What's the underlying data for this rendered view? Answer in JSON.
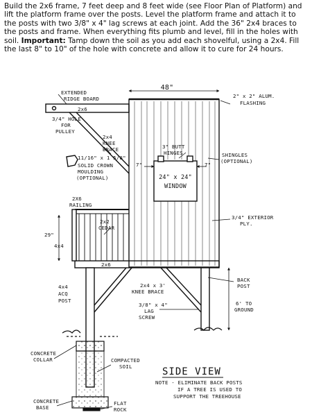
{
  "instructions": {
    "body": "Build the 2x6 frame, 7 feet deep and 8 feet wide (see Floor Plan of Platform) and lift the platform frame over the posts. Level the platform frame and attach it to the posts with two 3/8\" x 4\" lag screws at each joint. Add the 36\" 2x4 braces to the posts and frame. When everything fits plumb and level, fill in the holes with soil.",
    "important_label": "Important:",
    "important_text": "Tamp down the soil as you add each shovelful, using a 2x4. Fill the last 8\" to 10\" of the hole with concrete and allow it to cure for 24 hours."
  },
  "labels": {
    "width": "48\"",
    "flashing_1": "2\" x 2\" ALUM.",
    "flashing_2": "FLASHING",
    "ridge_1": "EXTENDED",
    "ridge_2": "RIDGE BOARD",
    "ridge_2x6": "2x6",
    "pulley_1": "3/4\" HOLE",
    "pulley_2": "FOR",
    "pulley_3": "PULLEY",
    "knee_1": "2x4",
    "knee_2": "KNEE",
    "knee_3": "BRACE",
    "butt_1": "3\" BUTT",
    "butt_2": "HINGES",
    "shingles_1": "SHINGLES",
    "shingles_2": "(OPTIONAL)",
    "seven_left": "7\"",
    "seven_right": "7\"",
    "window_1": "24\" x 24\"",
    "window_2": "WINDOW",
    "crown_1": "11/16\" x 1 5/8\"",
    "crown_2": "SOLID CROWN",
    "crown_3": "MOULDING",
    "crown_4": "(OPTIONAL)",
    "railing_1": "2X6",
    "railing_2": "RAILING",
    "cedar_1": "2x2",
    "cedar_2": "CEDAR",
    "height_29": "29\"",
    "post_4x4": "4x4",
    "floor_2x6": "2x6",
    "ext_ply_1": "3/4\" EXTERIOR",
    "ext_ply_2": "PLY.",
    "back_post_1": "BACK",
    "back_post_2": "POST",
    "knee_brace_1": "2x4 x 3'",
    "knee_brace_2": "KNEE BRACE",
    "lag_1": "3/8\" x 4\"",
    "lag_2": "LAG",
    "lag_3": "SCREW",
    "ground_1": "6' TO",
    "ground_2": "GROUND",
    "acq_1": "4x4",
    "acq_2": "ACQ",
    "acq_3": "POST",
    "collar_1": "CONCRETE",
    "collar_2": "COLLAR",
    "soil_1": "COMPACTED",
    "soil_2": "SOIL",
    "base_1": "CONCRETE",
    "base_2": "BASE",
    "rock_1": "FLAT",
    "rock_2": "ROCK",
    "side_view": "SIDE VIEW",
    "note_1": "NOTE - ELIMINATE BACK POSTS",
    "note_2": "IF A TREE IS USED TO",
    "note_3": "SUPPORT THE TREEHOUSE"
  }
}
